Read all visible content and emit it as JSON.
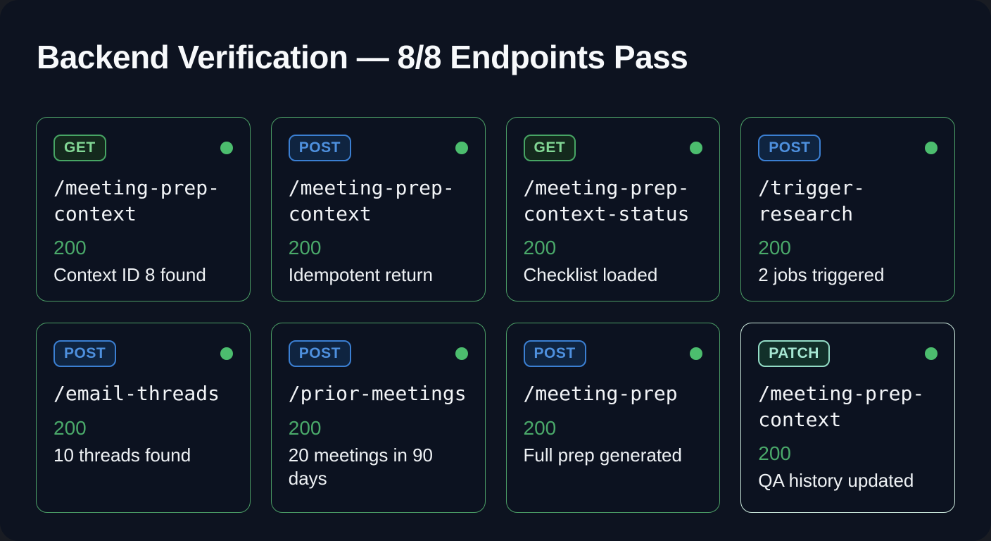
{
  "title": "Backend Verification — 8/8 Endpoints Pass",
  "colors": {
    "panel_background": "#0d1320",
    "card_background": "#0c1220",
    "card_border_green": "#4b9e66",
    "card_border_patch_highlight": "#cbe9dd",
    "pass_dot_green": "#4cbd6e",
    "status_green": "#4aa96a",
    "method_get": {
      "text": "#82d795",
      "border": "#47a564",
      "fill": "#14291d"
    },
    "method_post": {
      "text": "#4e90de",
      "border": "#3b7fd2",
      "fill": "#0f2440"
    },
    "method_patch": {
      "text": "#a5e6d2",
      "border": "#93dcc6",
      "fill": "#12302a"
    }
  },
  "cards": [
    {
      "method": "GET",
      "path": "/meeting-prep-context",
      "status": "200",
      "note": "Context ID 8 found",
      "highlight": false
    },
    {
      "method": "POST",
      "path": "/meeting-prep-context",
      "status": "200",
      "note": "Idempotent return",
      "highlight": false
    },
    {
      "method": "GET",
      "path": "/meeting-prep-context-status",
      "status": "200",
      "note": "Checklist loaded",
      "highlight": false
    },
    {
      "method": "POST",
      "path": "/trigger-research",
      "status": "200",
      "note": "2 jobs triggered",
      "highlight": false
    },
    {
      "method": "POST",
      "path": "/email-threads",
      "status": "200",
      "note": "10 threads found",
      "highlight": false
    },
    {
      "method": "POST",
      "path": "/prior-meetings",
      "status": "200",
      "note": "20 meetings in 90 days",
      "highlight": false
    },
    {
      "method": "POST",
      "path": "/meeting-prep",
      "status": "200",
      "note": "Full prep generated",
      "highlight": false
    },
    {
      "method": "PATCH",
      "path": "/meeting-prep-context",
      "status": "200",
      "note": "QA history updated",
      "highlight": true
    }
  ]
}
